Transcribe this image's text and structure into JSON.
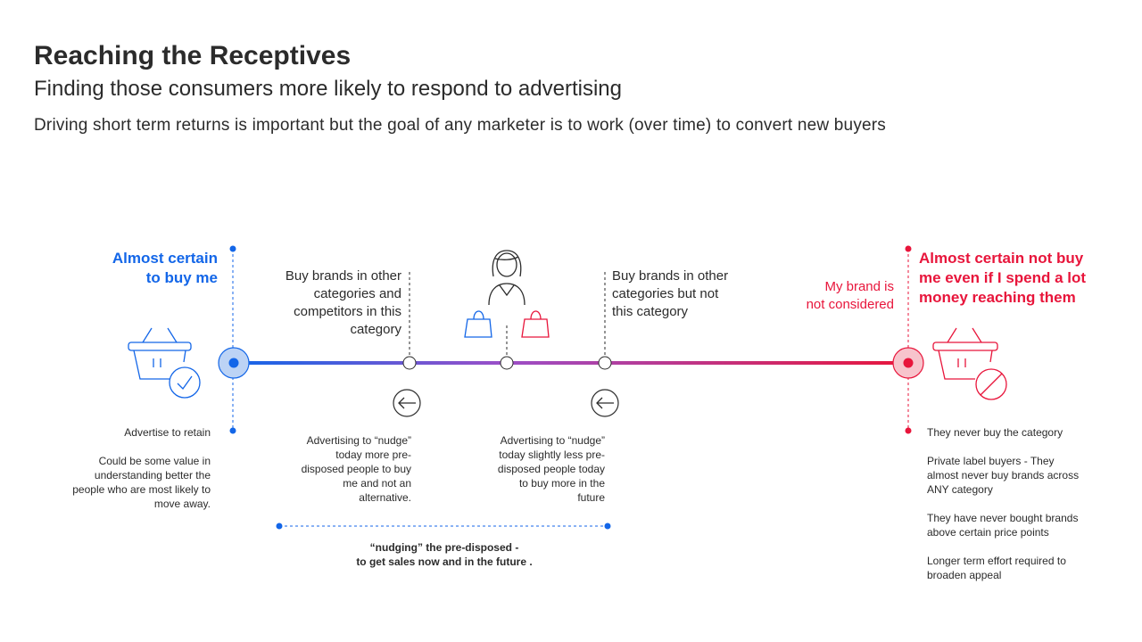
{
  "header": {
    "title": "Reaching the Receptives",
    "subtitle": "Finding those consumers more likely to respond to advertising",
    "description": "Driving short term returns is important but the goal of any marketer is to work (over time) to convert new buyers"
  },
  "left_end": {
    "heading_line1": "Almost certain",
    "heading_line2": "to buy me",
    "note_line1": "Advertise to retain",
    "detail": [
      "Could be some value in",
      "understanding better the",
      "people who are most likely to",
      "move away."
    ]
  },
  "marker_1": {
    "label": [
      "Buy brands in other",
      "categories and",
      "competitors in this",
      "category"
    ],
    "note": [
      "Advertising to “nudge”",
      "today more pre-",
      "disposed people to buy",
      "me and not an",
      "alternative."
    ]
  },
  "marker_3": {
    "label": [
      "Buy brands in other",
      "categories but not",
      "this category"
    ],
    "note": [
      "Advertising to “nudge”",
      "today slightly less pre-",
      "disposed  people today",
      "to buy more in the",
      "future"
    ]
  },
  "bracket": {
    "caption_line1": "“nudging” the pre-disposed -",
    "caption_line2": "to get sales now and in the future ."
  },
  "right_end": {
    "side_label_line1": "My brand is",
    "side_label_line2": "not considered",
    "heading": [
      "Almost certain not buy",
      "me even if I spend a lot",
      "money reaching them"
    ],
    "notes": [
      [
        "They never buy the category"
      ],
      [
        "Private label buyers - They",
        "almost never buy brands across",
        "ANY category"
      ],
      [
        "They have never bought brands",
        "above certain price points"
      ],
      [
        "Longer term effort required to",
        "broaden appeal"
      ]
    ]
  },
  "icons": {
    "left_basket": "basket-check-icon",
    "right_basket": "basket-blocked-icon",
    "person": "person-icon",
    "blue_bag": "shopping-bag-icon",
    "red_bag": "shopping-bag-icon",
    "arrow_1": "arrow-left-icon",
    "arrow_2": "arrow-left-icon"
  },
  "colors": {
    "blue": "#1366e8",
    "purple": "#9b4fc8",
    "red": "#e8153b",
    "text": "#2b2b2b"
  }
}
